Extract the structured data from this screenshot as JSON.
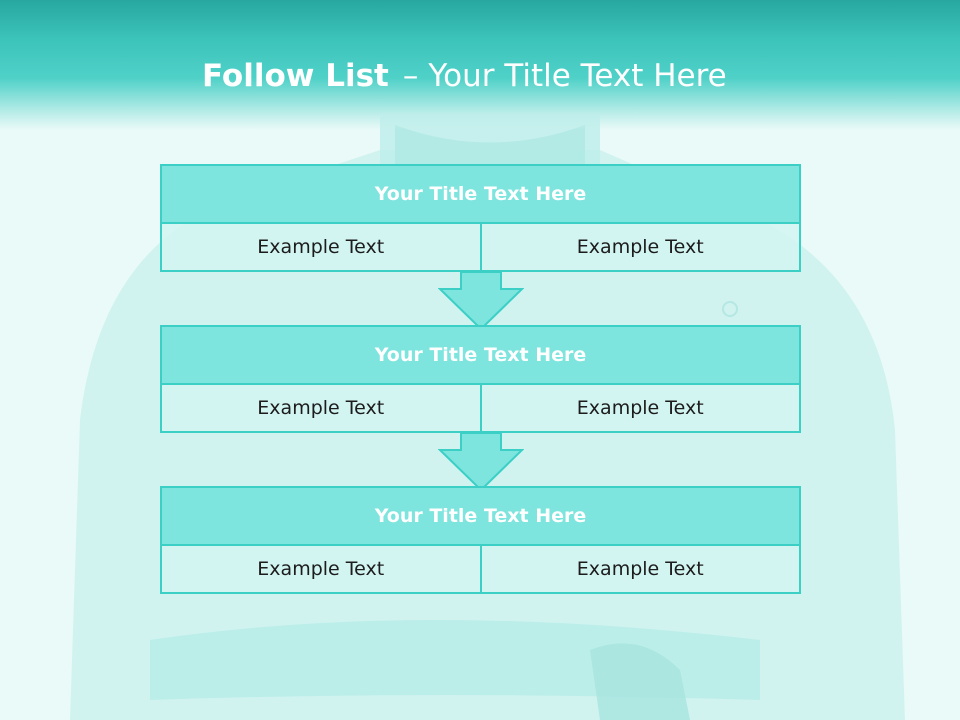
{
  "title": {
    "bold": "Follow List",
    "dash": "–",
    "rest": "Your Title Text Here"
  },
  "steps": [
    {
      "title": "Your Title Text Here",
      "left": "Example Text",
      "right": "Example Text"
    },
    {
      "title": "Your Title Text Here",
      "left": "Example Text",
      "right": "Example Text"
    },
    {
      "title": "Your Title Text Here",
      "left": "Example Text",
      "right": "Example Text"
    }
  ],
  "colors": {
    "accent": "#3ccfc6",
    "header_fill": "#7de4de",
    "banner": "#3cc3ba"
  }
}
